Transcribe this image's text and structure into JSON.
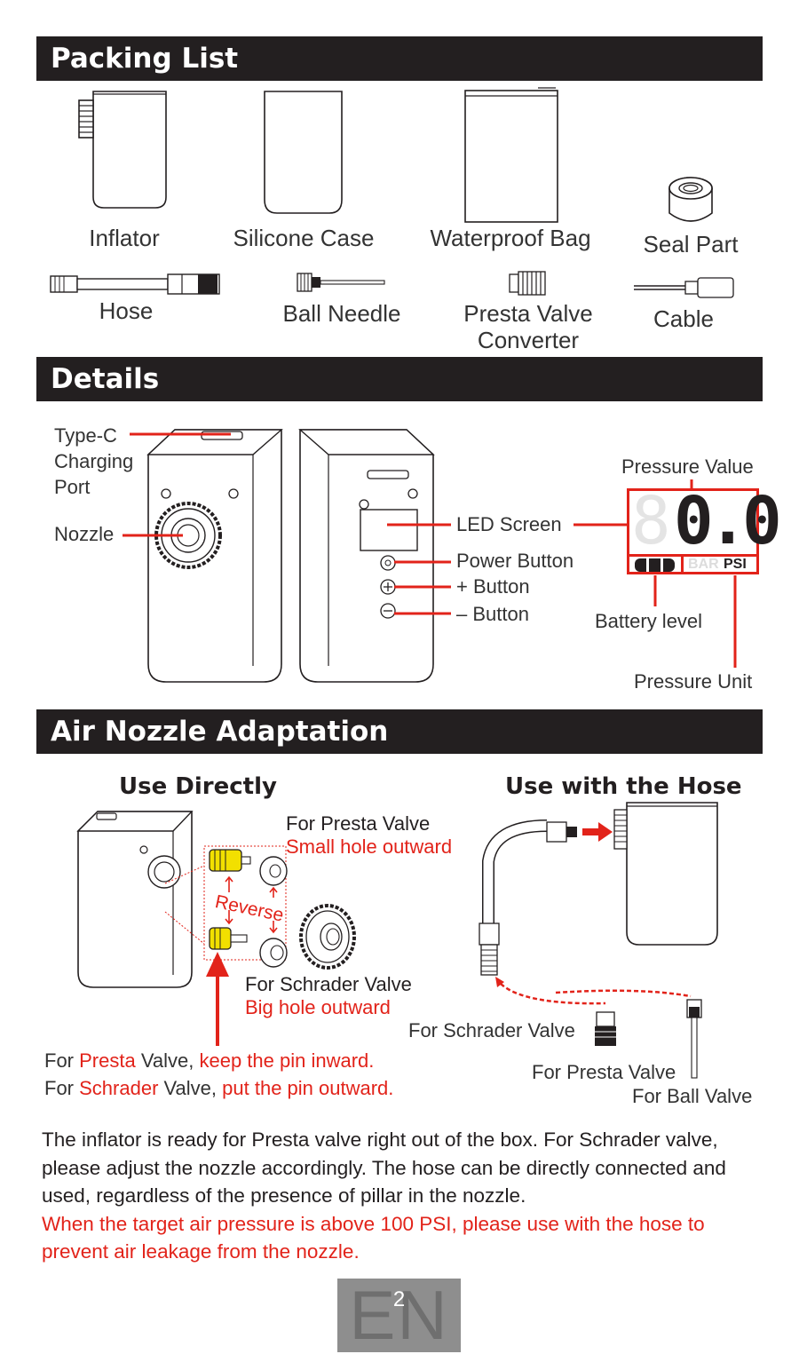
{
  "sections": {
    "packing": "Packing List",
    "details": "Details",
    "nozzle": "Air Nozzle Adaptation"
  },
  "packing_items": {
    "inflator": "Inflator",
    "silicone_case": "Silicone Case",
    "waterproof_bag": "Waterproof Bag",
    "seal_part": "Seal Part",
    "hose": "Hose",
    "ball_needle": "Ball Needle",
    "presta_converter_line1": "Presta Valve",
    "presta_converter_line2": "Converter",
    "cable": "Cable"
  },
  "details": {
    "typec_line1": "Type-C",
    "typec_line2": "Charging",
    "typec_line3": "Port",
    "nozzle": "Nozzle",
    "led_screen": "LED Screen",
    "power_button": "Power Button",
    "plus_button": "+ Button",
    "minus_button": "– Button",
    "pressure_value": "Pressure Value",
    "battery_level": "Battery level",
    "pressure_unit": "Pressure Unit",
    "display_value": "0.0",
    "display_ghost": "8",
    "unit_bar": "BAR",
    "unit_psi": "PSI"
  },
  "nozzle": {
    "use_directly": "Use Directly",
    "use_hose": "Use with the Hose",
    "presta_title": "For Presta Valve",
    "presta_sub": "Small hole outward",
    "schrader_title": "For Schrader Valve",
    "schrader_sub": "Big hole outward",
    "reverse": "Reverse",
    "instr1": {
      "a": "For ",
      "b": "Presta",
      "c": " Valve, ",
      "d": "keep the pin inward."
    },
    "instr2": {
      "a": "For ",
      "b": "Schrader",
      "c": " Valve, ",
      "d": "put the pin outward."
    },
    "hose_schrader": "For Schrader Valve",
    "hose_presta": "For Presta Valve",
    "hose_ball": "For Ball Valve"
  },
  "paragraph": {
    "black": "The inflator is ready for Presta valve right out of the box. For Schrader valve, please adjust the nozzle accordingly. The hose can be directly connected and used, regardless of the presence of pillar in the nozzle.",
    "red": "When the target air pressure is above 100 PSI, please use with the hose to prevent air leakage from the nozzle."
  },
  "footer": {
    "lang": "EN",
    "page": "2"
  },
  "colors": {
    "accent_red": "#e2231a",
    "dark": "#231f20",
    "yellow": "#f2e000"
  }
}
